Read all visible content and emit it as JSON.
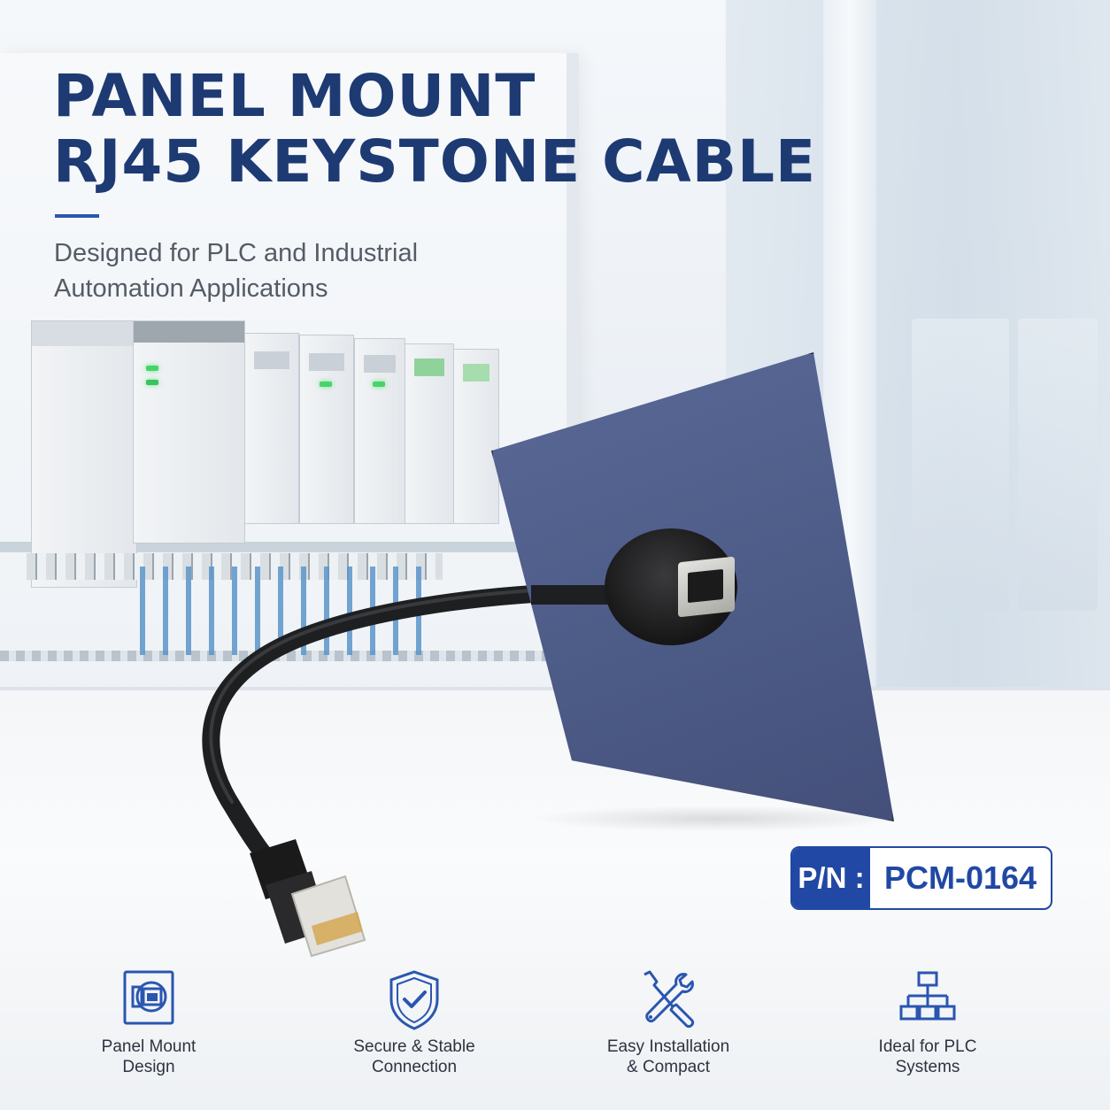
{
  "headline": {
    "line1": "PANEL MOUNT",
    "line2": "RJ45 KEYSTONE CABLE"
  },
  "subtitle": {
    "line1": "Designed for PLC and Industrial",
    "line2": "Automation Applications"
  },
  "part_number": {
    "key": "P/N :",
    "value": "PCM-0164"
  },
  "features": [
    {
      "icon": "panel-mount-icon",
      "line1": "Panel Mount",
      "line2": "Design"
    },
    {
      "icon": "shield-check-icon",
      "line1": "Secure & Stable",
      "line2": "Connection"
    },
    {
      "icon": "tools-icon",
      "line1": "Easy Installation",
      "line2": "& Compact"
    },
    {
      "icon": "network-hierarchy-icon",
      "line1": "Ideal for PLC",
      "line2": "Systems"
    }
  ],
  "colors": {
    "brand_navy": "#1d3a73",
    "accent_blue": "#2148a4",
    "panel": "#4c5a86"
  }
}
